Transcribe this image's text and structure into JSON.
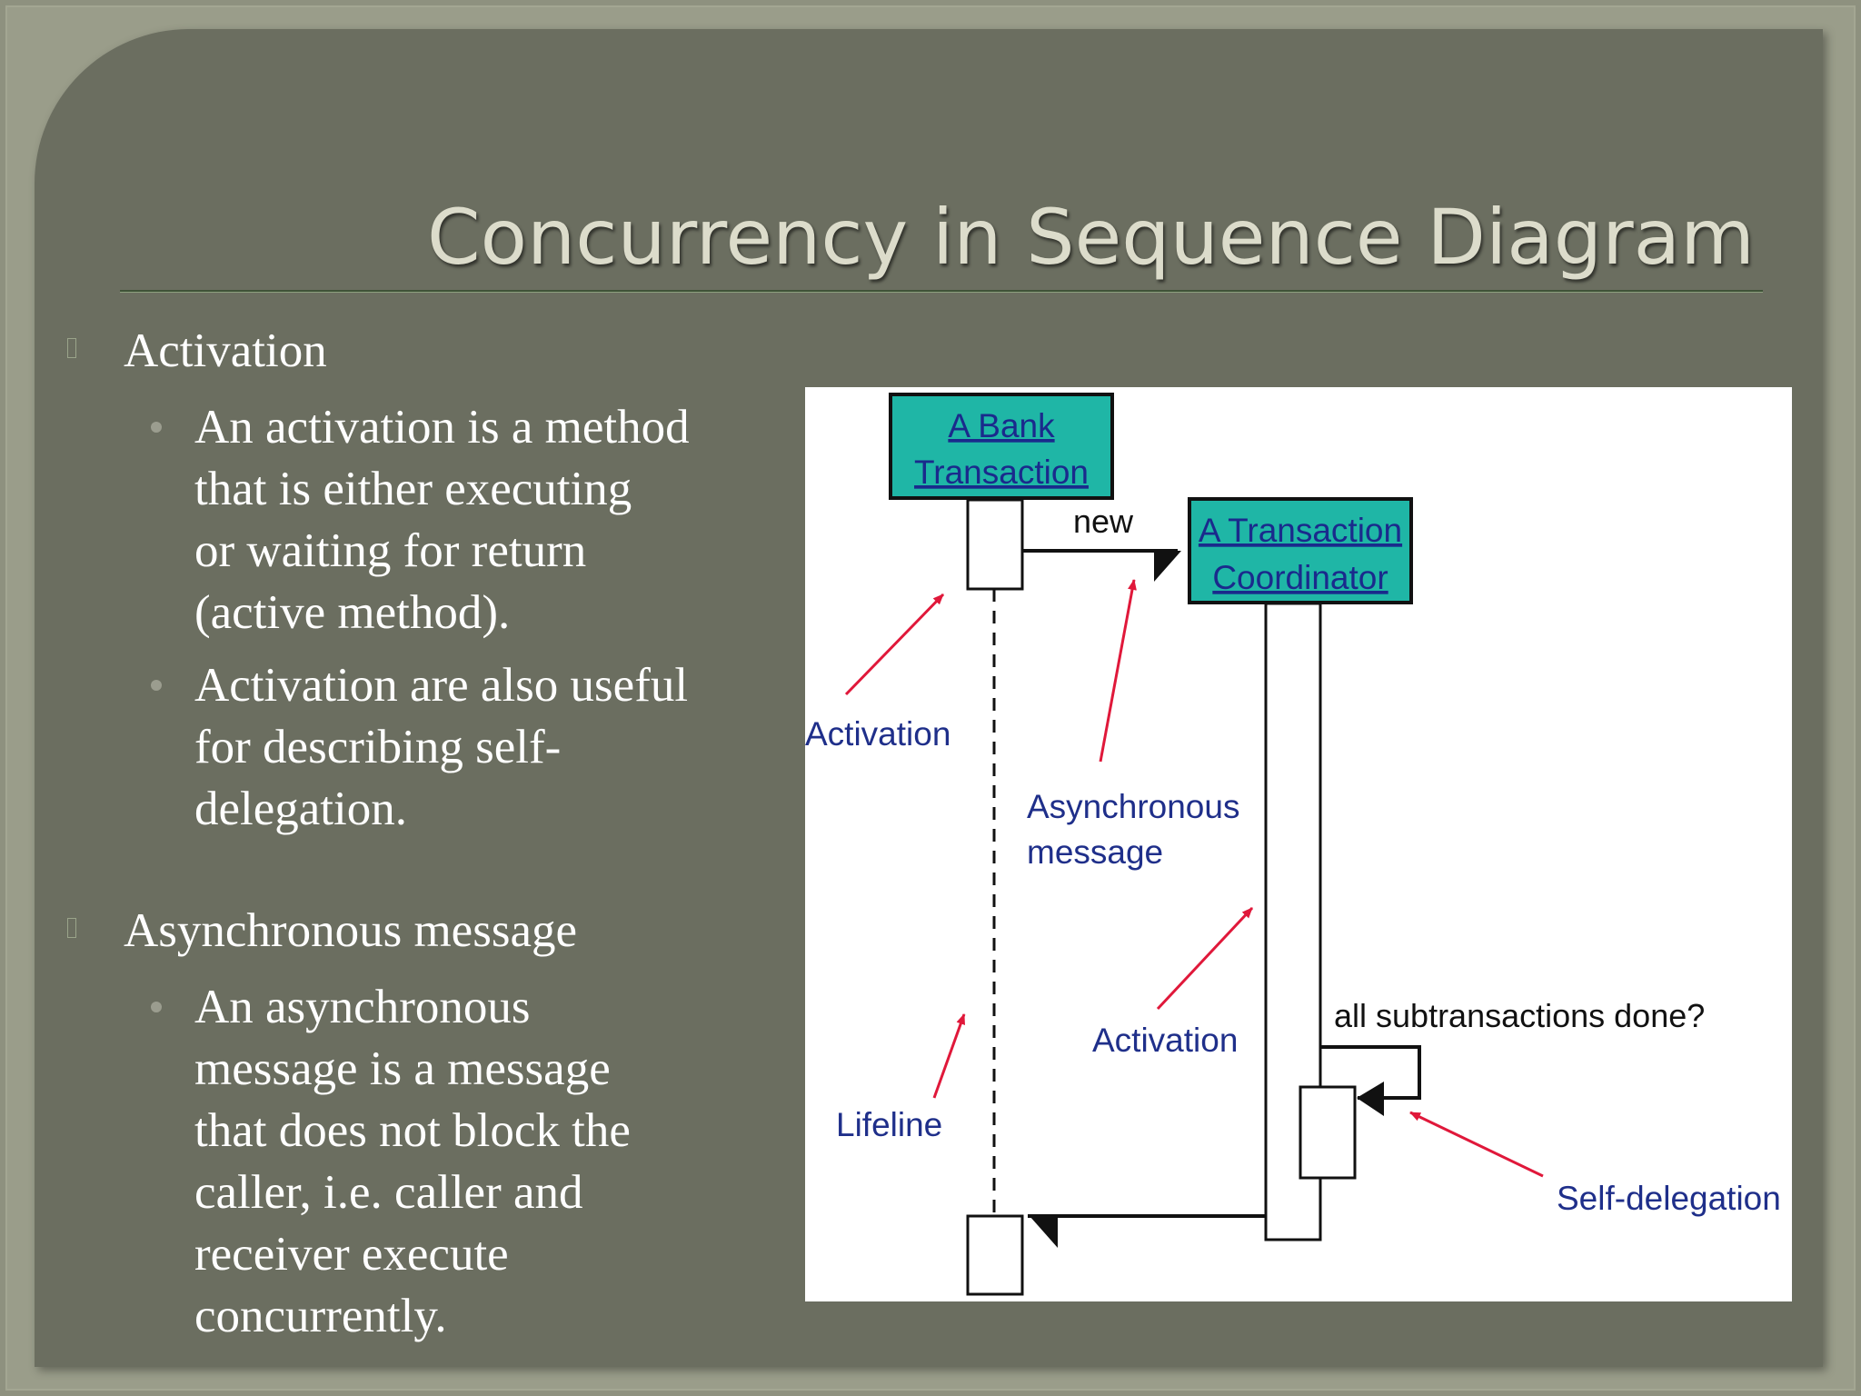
{
  "slide": {
    "title": "Concurrency in Sequence Diagram"
  },
  "content": {
    "sections": [
      {
        "heading": "Activation",
        "items": [
          [
            "An activation is a method",
            "that is either executing",
            "or waiting for return",
            "(active method)."
          ],
          [
            "Activation are also useful",
            "for describing self-",
            "delegation."
          ]
        ]
      },
      {
        "heading": "Asynchronous message",
        "items": [
          [
            "An asynchronous",
            "message is a message",
            "that does not block the",
            "caller, i.e. caller and",
            "receiver execute",
            "concurrently."
          ]
        ]
      }
    ]
  },
  "diagram": {
    "objects": [
      {
        "line1": "A Bank",
        "line2": "Transaction"
      },
      {
        "line1": "A Transaction",
        "line2": "Coordinator"
      }
    ],
    "message_new": "new",
    "self_message": "all subtransactions done?",
    "annotations": {
      "activation_1": "Activation",
      "async_line1": "Asynchronous",
      "async_line2": "message",
      "activation_2": "Activation",
      "lifeline": "Lifeline",
      "self_delegation": "Self-delegation"
    },
    "colors": {
      "object_fill": "#1fb6a6",
      "annotation_arrow": "#e0183a",
      "annotation_text": "#1f2f8a"
    }
  }
}
